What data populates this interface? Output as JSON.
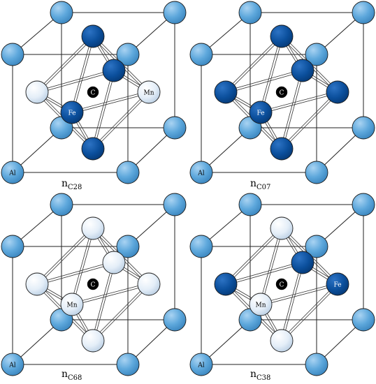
{
  "colors": {
    "al": "#5ea8dc",
    "fe": "#0b4f9c",
    "mn": "#e4eef8",
    "c": "#000000",
    "edge": "#1a1a1a"
  },
  "panels": [
    {
      "label_main": "n",
      "label_sub": "C28",
      "sites": [
        "fe",
        "fe",
        "mn",
        "mn",
        "fe",
        "fe"
      ],
      "text": {
        "fe": "Fe",
        "mn": "Mn",
        "al": "Al",
        "c": "C"
      },
      "text_sites": {
        "fe": 4,
        "mn": 3
      }
    },
    {
      "label_main": "n",
      "label_sub": "C07",
      "sites": [
        "fe",
        "fe",
        "fe",
        "fe",
        "fe",
        "fe"
      ],
      "text": {
        "fe": "Fe",
        "al": "Al",
        "c": "C"
      },
      "text_sites": {
        "fe": 4
      }
    },
    {
      "label_main": "n",
      "label_sub": "C68",
      "sites": [
        "mn",
        "mn",
        "mn",
        "mn",
        "mn",
        "mn"
      ],
      "text": {
        "mn": "Mn",
        "al": "Al",
        "c": "C"
      },
      "text_sites": {
        "mn": 4
      }
    },
    {
      "label_main": "n",
      "label_sub": "C38",
      "sites": [
        "mn",
        "fe",
        "fe",
        "fe",
        "mn",
        "mn"
      ],
      "text": {
        "fe": "Fe",
        "mn": "Mn",
        "al": "Al",
        "c": "C"
      },
      "text_sites": {
        "fe": 3,
        "mn": 4
      }
    }
  ]
}
